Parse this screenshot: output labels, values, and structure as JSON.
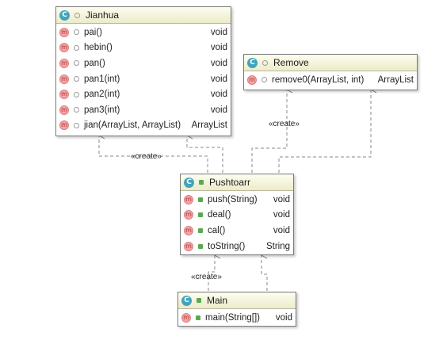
{
  "classes": {
    "jianhua": {
      "name": "Jianhua",
      "methods": [
        {
          "name": "pai()",
          "type": "void"
        },
        {
          "name": "hebin()",
          "type": "void"
        },
        {
          "name": "pan()",
          "type": "void"
        },
        {
          "name": "pan1(int)",
          "type": "void"
        },
        {
          "name": "pan2(int)",
          "type": "void"
        },
        {
          "name": "pan3(int)",
          "type": "void"
        },
        {
          "name": "jian(ArrayList, ArrayList)",
          "type": "ArrayList"
        }
      ]
    },
    "remove": {
      "name": "Remove",
      "methods": [
        {
          "name": "remove0(ArrayList, int)",
          "type": "ArrayList"
        }
      ]
    },
    "pushtoarr": {
      "name": "Pushtoarr",
      "methods": [
        {
          "name": "push(String)",
          "type": "void"
        },
        {
          "name": "deal()",
          "type": "void"
        },
        {
          "name": "cal()",
          "type": "void"
        },
        {
          "name": "toString()",
          "type": "String"
        }
      ]
    },
    "main": {
      "name": "Main",
      "methods": [
        {
          "name": "main(String[])",
          "type": "void"
        }
      ]
    }
  },
  "icons": {
    "class_badge": "C",
    "method_badge": "m",
    "method_icon": "method-icon",
    "class_icon": "class-icon"
  },
  "relations": {
    "create_label": "«create»"
  },
  "colors": {
    "header_bg": "#ecebc9",
    "class_badge": "#41a4be",
    "method_badge": "#f2a5a5",
    "edge": "#8a8a8a"
  }
}
